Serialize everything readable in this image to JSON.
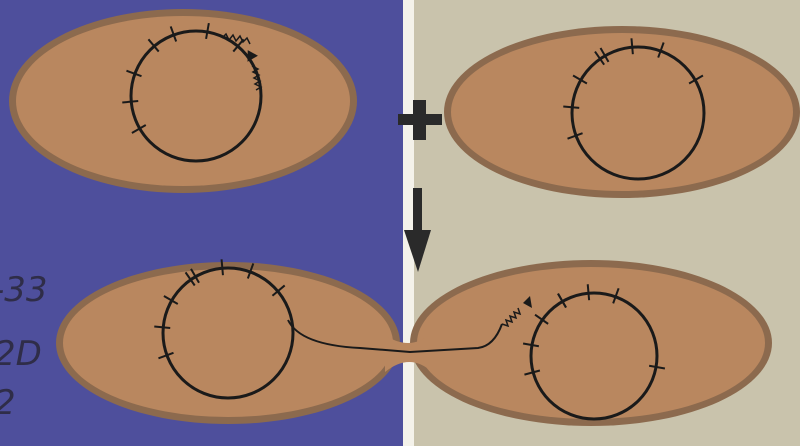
{
  "colors": {
    "left_background": "#4e4f9c",
    "right_background": "#c9c3ac",
    "divider": "#f4f2ea",
    "cell_fill": "#b9875f",
    "cell_rim": "#8c6a4e",
    "dna_ring": "#1a1a1a",
    "arrow": "#2a2a2a"
  },
  "symbols": {
    "plus": "+",
    "down_arrow": "↓"
  },
  "handwriting": {
    "line1": "-33",
    "line2": "2D",
    "line3": "2"
  }
}
